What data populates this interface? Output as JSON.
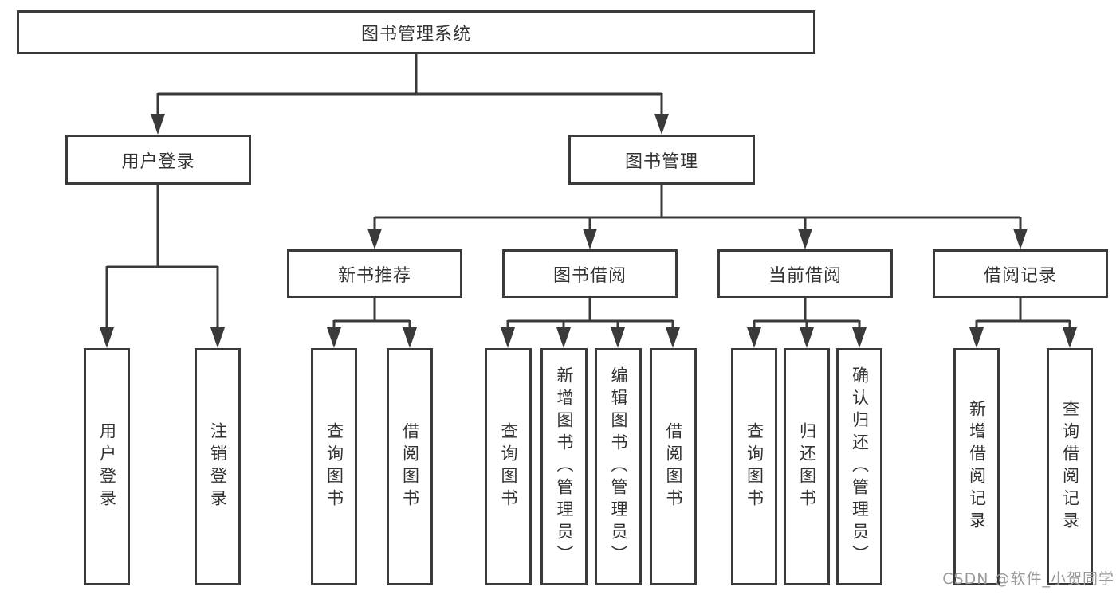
{
  "tree": {
    "root": {
      "label": "图书管理系统",
      "children": [
        {
          "label": "用户登录",
          "children": [
            {
              "label": "用户登录"
            },
            {
              "label": "注销登录"
            }
          ]
        },
        {
          "label": "图书管理",
          "children": [
            {
              "label": "新书推荐",
              "children": [
                {
                  "label": "查询图书"
                },
                {
                  "label": "借阅图书"
                }
              ]
            },
            {
              "label": "图书借阅",
              "children": [
                {
                  "label": "查询图书"
                },
                {
                  "label": "新增图书（管理员）"
                },
                {
                  "label": "编辑图书（管理员）"
                },
                {
                  "label": "借阅图书"
                }
              ]
            },
            {
              "label": "当前借阅",
              "children": [
                {
                  "label": "查询图书"
                },
                {
                  "label": "归还图书"
                },
                {
                  "label": "确认归还（管理员）"
                }
              ]
            },
            {
              "label": "借阅记录",
              "children": [
                {
                  "label": "新增借阅记录"
                },
                {
                  "label": "查询借阅记录"
                }
              ]
            }
          ]
        }
      ]
    }
  },
  "watermark": {
    "text": "CSDN @软件_小贺同学"
  },
  "colors": {
    "line": "#3a3a3a",
    "text": "#333333",
    "box_fill": "#ffffff",
    "background": "#ffffff",
    "watermark": "#9b9b9b"
  }
}
